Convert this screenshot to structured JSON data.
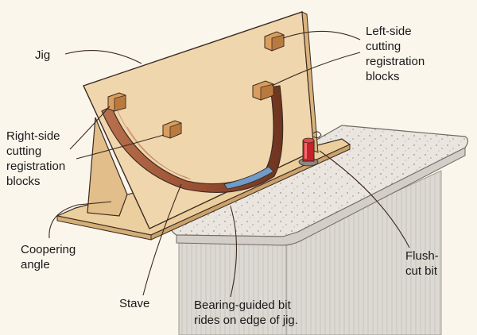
{
  "labels": {
    "jig": "Jig",
    "left_blocks": [
      "Left-side",
      "cutting",
      "registration",
      "blocks"
    ],
    "right_blocks": [
      "Right-side",
      "cutting",
      "registration",
      "blocks"
    ],
    "coopering_angle": [
      "Coopering",
      "angle"
    ],
    "stave": "Stave",
    "bearing": [
      "Bearing-guided bit",
      "rides on edge of jig."
    ],
    "flush_cut": [
      "Flush-",
      "cut bit"
    ]
  },
  "colors": {
    "plywood": "#e9cfa6",
    "plywood_edge": "#d8b384",
    "stave": "#a2583a",
    "stave_dark": "#7b3b24",
    "table_top": "#ece8e1",
    "table_side": "#d9d6d0",
    "bit": "#c4222a",
    "bearing_band": "#6f9cc8",
    "outline": "#3a2a20"
  }
}
